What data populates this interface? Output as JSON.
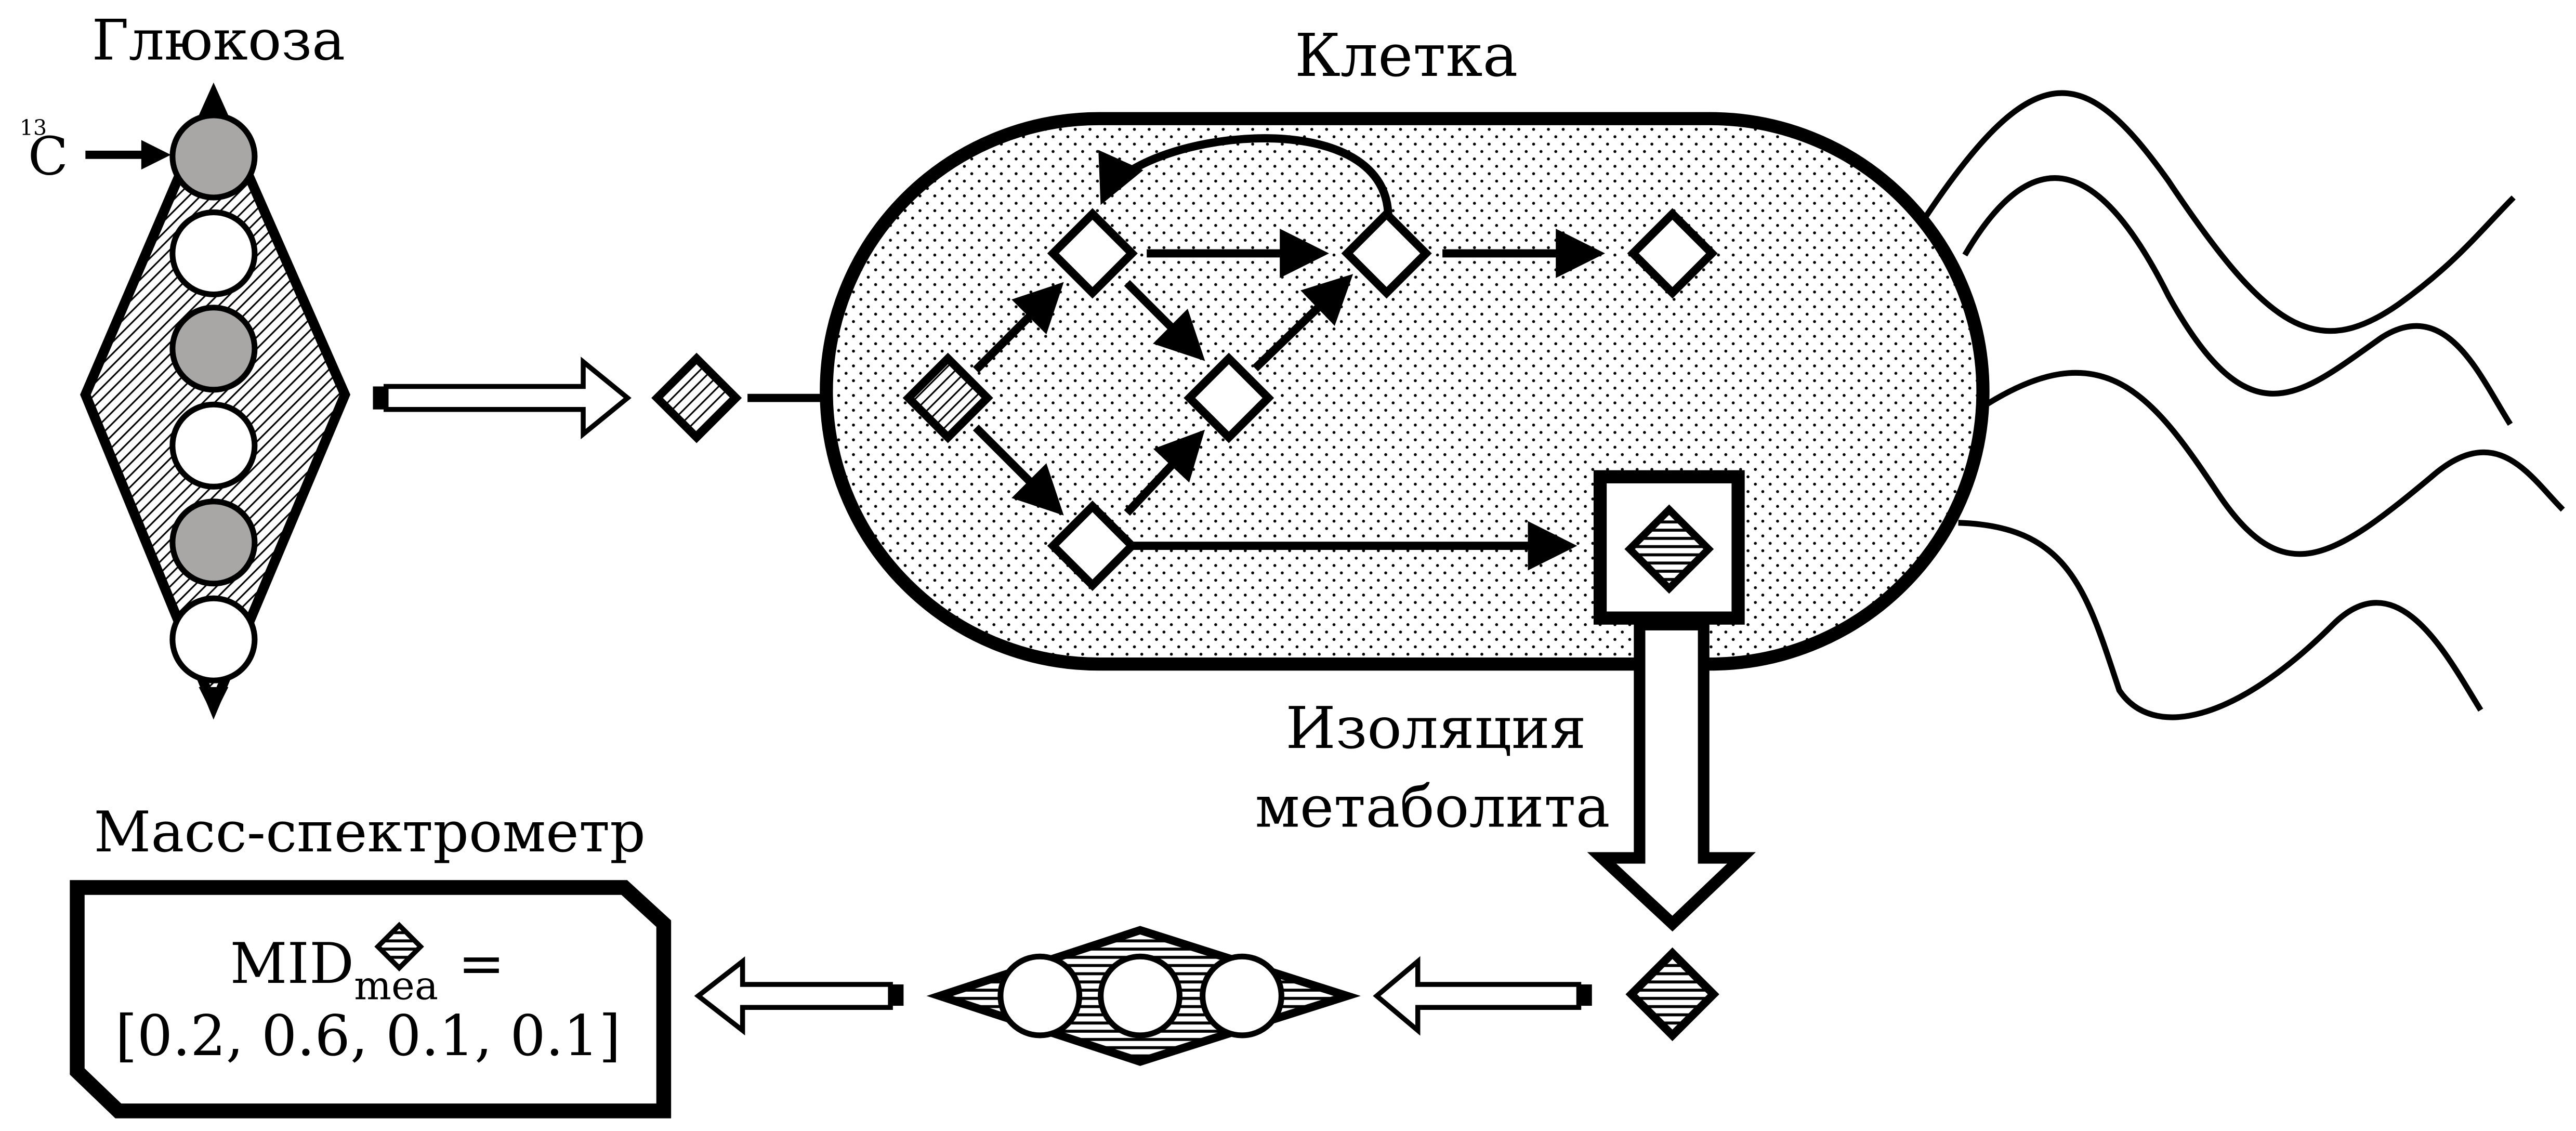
{
  "labels": {
    "glucose": "Глюкоза",
    "isotope_mass": "13",
    "isotope_element": "C",
    "cell": "Клетка",
    "isolation_line1": "Изоляция",
    "isolation_line2": "метаболита",
    "mass_spec": "Масс-спектрометр"
  },
  "mid": {
    "prefix": "MID",
    "subscript": "mea",
    "equals": "=",
    "vector": "[0.2, 0.6, 0.1, 0.1]"
  },
  "colors": {
    "ink": "#000000",
    "labeled_carbon": "#a9a6a6",
    "unlabeled_carbon": "#ffffff",
    "background": "#ffffff"
  }
}
